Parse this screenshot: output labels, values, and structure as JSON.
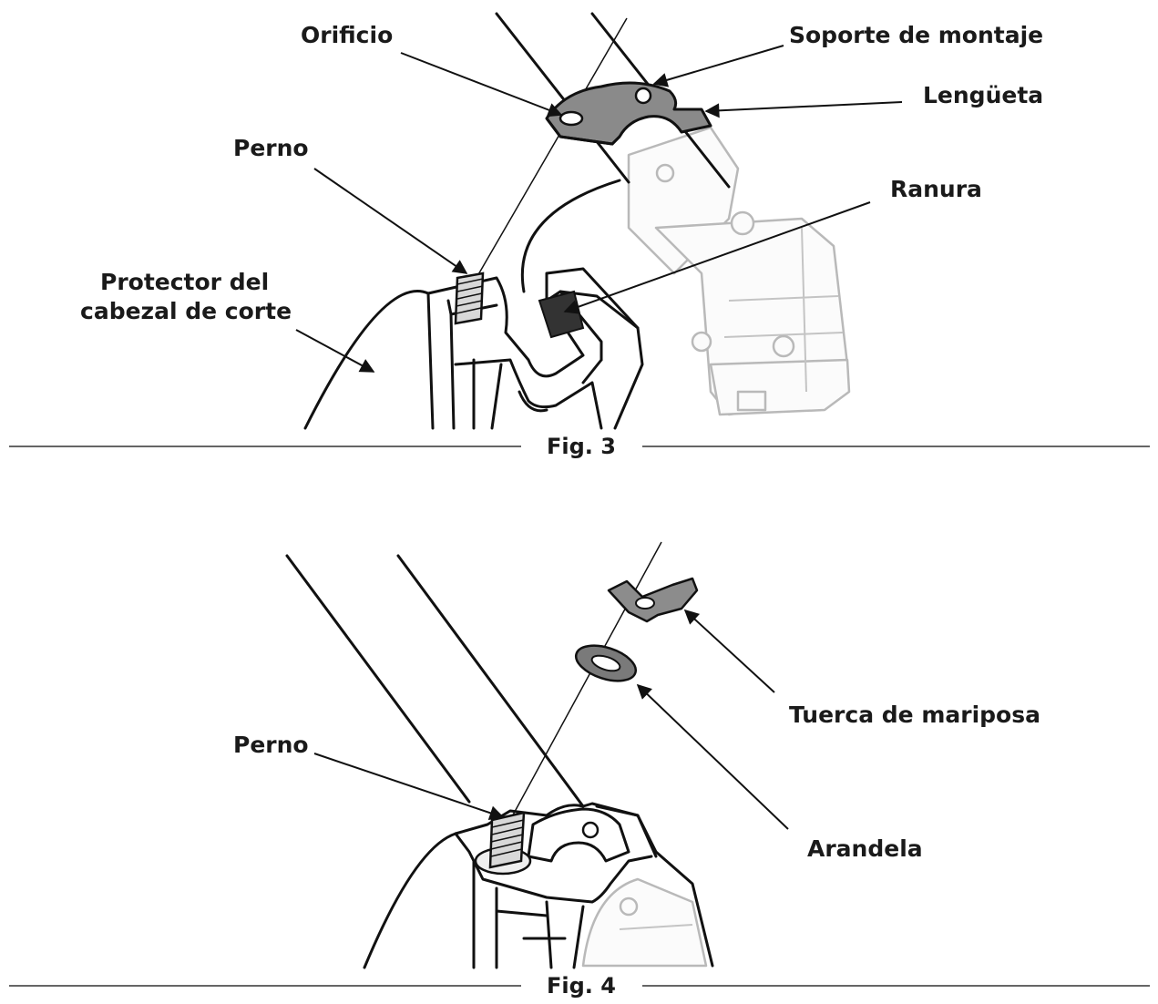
{
  "figures": [
    {
      "caption": "Fig. 3",
      "labels": {
        "orificio": "Orificio",
        "soporte": "Soporte de montaje",
        "lengueta": "Lengüeta",
        "perno": "Perno",
        "ranura": "Ranura",
        "protector_line1": "Protector del",
        "protector_line2": "cabezal de corte"
      }
    },
    {
      "caption": "Fig. 4",
      "labels": {
        "tuerca": "Tuerca de mariposa",
        "perno": "Perno",
        "arandela": "Arandela"
      }
    }
  ]
}
